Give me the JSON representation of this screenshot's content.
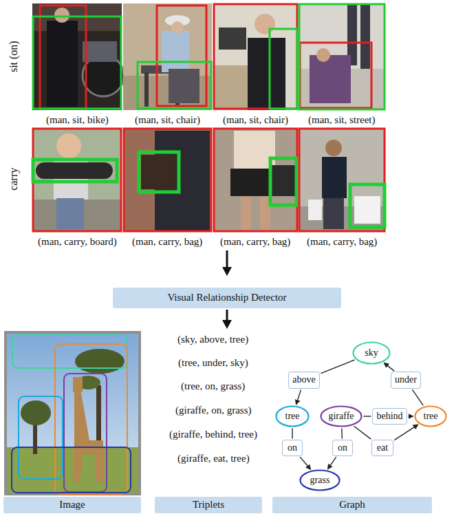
{
  "diagram": {
    "nodes": [
      {
        "text": [
          "Visual Relationship Detector"
        ]
      },
      {
        "text": [
          "sky"
        ]
      },
      {
        "text": [
          "above"
        ]
      },
      {
        "text": [
          "under"
        ]
      },
      {
        "text": [
          "tree"
        ]
      },
      {
        "text": [
          "giraffe"
        ]
      },
      {
        "text": [
          "behind"
        ]
      },
      {
        "text": [
          "tree"
        ]
      },
      {
        "text": [
          "on"
        ]
      },
      {
        "text": [
          "on"
        ]
      },
      {
        "text": [
          "eat"
        ]
      },
      {
        "text": [
          "grass"
        ]
      },
      {
        "text": [
          "Image"
        ]
      },
      {
        "text": [
          "Triplets"
        ]
      },
      {
        "text": [
          "Graph"
        ]
      }
    ],
    "edges": [
      {
        "from": 1,
        "to": 2,
        "arrow": "none"
      },
      {
        "from": 2,
        "to": 4,
        "arrow": "to"
      },
      {
        "from": 7,
        "to": 3,
        "arrow": "none"
      },
      {
        "from": 3,
        "to": 1,
        "arrow": "to"
      },
      {
        "from": 4,
        "to": 8,
        "arrow": "none"
      },
      {
        "from": 8,
        "to": 11,
        "arrow": "to"
      },
      {
        "from": 5,
        "to": 9,
        "arrow": "none"
      },
      {
        "from": 9,
        "to": 11,
        "arrow": "to"
      },
      {
        "from": 5,
        "to": 6,
        "arrow": "none"
      },
      {
        "from": 6,
        "to": 7,
        "arrow": "to"
      },
      {
        "from": 5,
        "to": 10,
        "arrow": "none"
      },
      {
        "from": 10,
        "to": 7,
        "arrow": "to"
      }
    ],
    "labels": [
      "sit (on)",
      "carry",
      "(man, sit, bike)",
      "(man, sit, chair)",
      "(man, sit, chair)",
      "(man, sit, street)",
      "(man, carry, board)",
      "(man, carry, bag)",
      "(man, carry, bag)",
      "(man, carry, bag)",
      "(sky, above, tree)",
      "(tree, under, sky)",
      "(tree, on, grass)",
      "(giraffe, on, grass)",
      "(giraffe, behind, tree)",
      "(giraffe, eat, tree)"
    ]
  }
}
